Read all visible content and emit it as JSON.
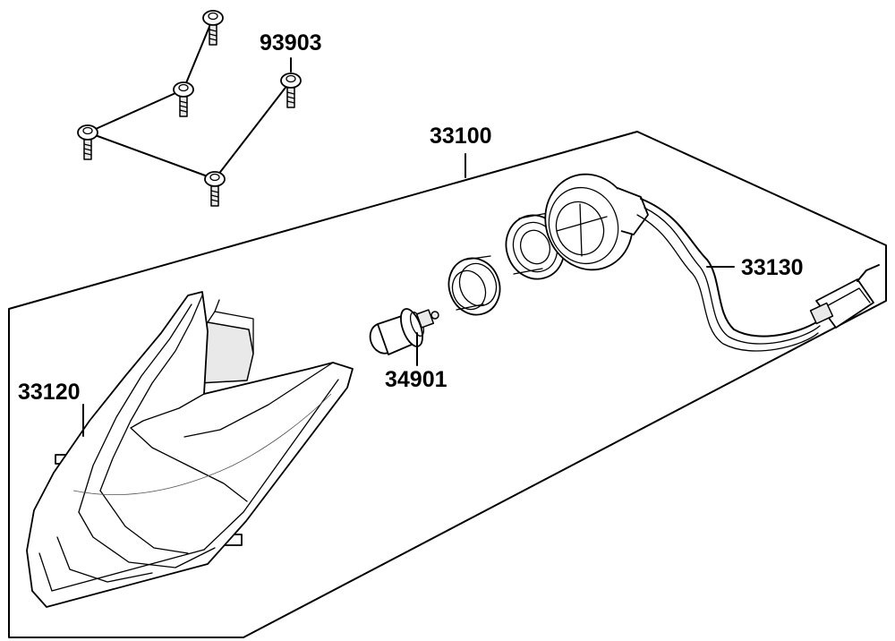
{
  "parts": {
    "screws": "93903",
    "assembly": "33100",
    "harness": "33130",
    "housing": "33120",
    "bulb": "34901"
  }
}
